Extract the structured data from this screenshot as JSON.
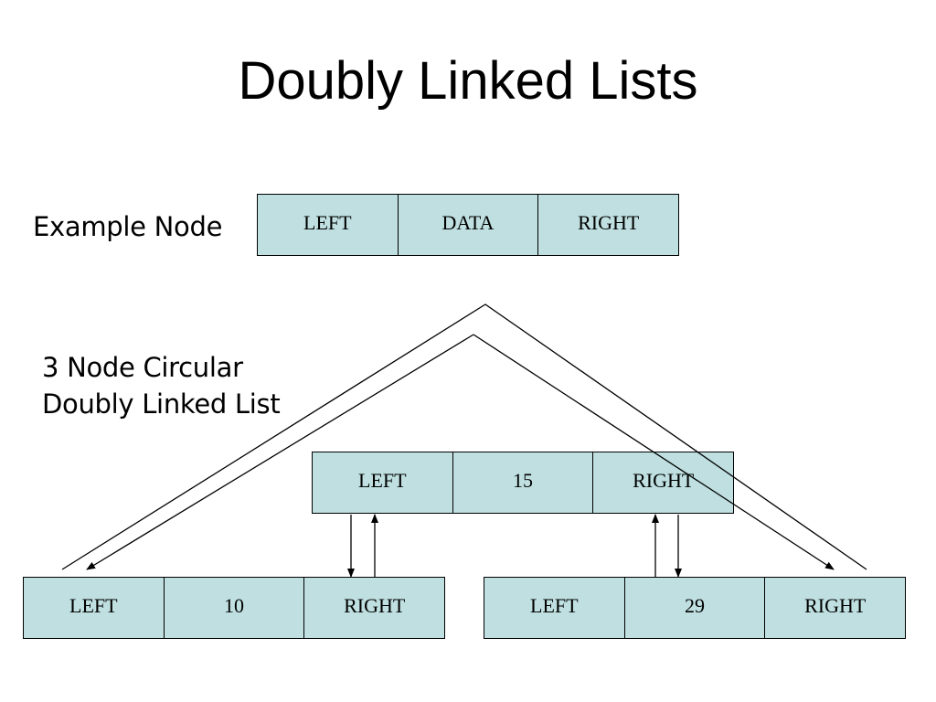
{
  "title": "Doubly Linked Lists",
  "example": {
    "caption": "Example Node",
    "cells": [
      "LEFT",
      "DATA",
      "RIGHT"
    ]
  },
  "circular": {
    "caption_line1": "3 Node Circular",
    "caption_line2": "Doubly Linked List",
    "nodes": [
      {
        "left": "LEFT",
        "data": "15",
        "right": "RIGHT"
      },
      {
        "left": "LEFT",
        "data": "10",
        "right": "RIGHT"
      },
      {
        "left": "LEFT",
        "data": "29",
        "right": "RIGHT"
      }
    ]
  },
  "colors": {
    "cell_fill": "#bfdfe0",
    "line": "#000000"
  }
}
